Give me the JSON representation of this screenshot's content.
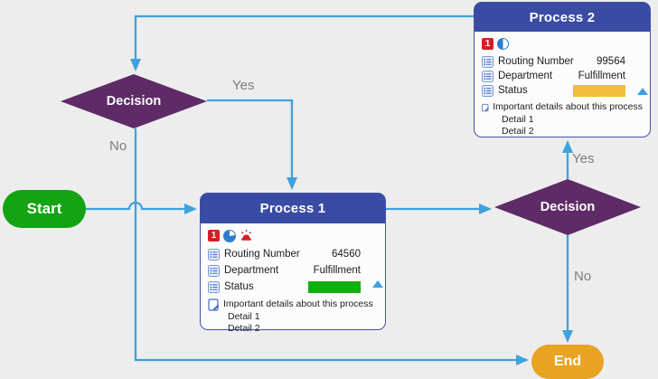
{
  "colors": {
    "background": "#ededee",
    "connector": "#3fa2dc",
    "process_header": "#3a4ba3",
    "process_border": "#4153a8",
    "decision_fill": "#5e2b67",
    "start_fill": "#13a313",
    "end_fill": "#e8a324",
    "badge_red": "#d22027",
    "icon_blue": "#2e7cd0"
  },
  "nodes": {
    "start": {
      "label": "Start"
    },
    "end": {
      "label": "End"
    },
    "decision_left": {
      "label": "Decision"
    },
    "decision_right": {
      "label": "Decision"
    },
    "process1": {
      "title": "Process 1",
      "badge_text": "1",
      "icons": [
        "number-1-badge",
        "pie-chart",
        "alarm"
      ],
      "fields": [
        {
          "label": "Routing Number",
          "value": "64560"
        },
        {
          "label": "Department",
          "value": "Fulfillment"
        },
        {
          "label": "Status",
          "value": "",
          "bar_color": "#0faf0f"
        }
      ],
      "note": "Important details about this process",
      "details": [
        "Detail 1",
        "Detail 2"
      ]
    },
    "process2": {
      "title": "Process 2",
      "badge_text": "1",
      "icons": [
        "number-1-badge",
        "half-pie"
      ],
      "fields": [
        {
          "label": "Routing Number",
          "value": "99564"
        },
        {
          "label": "Department",
          "value": "Fulfillment"
        },
        {
          "label": "Status",
          "value": "",
          "bar_color": "#efbe3b"
        }
      ],
      "note": "Important details about this process",
      "details": [
        "Detail 1",
        "Detail 2"
      ]
    }
  },
  "edges": {
    "left_yes": "Yes",
    "left_no": "No",
    "right_yes": "Yes",
    "right_no": "No"
  }
}
